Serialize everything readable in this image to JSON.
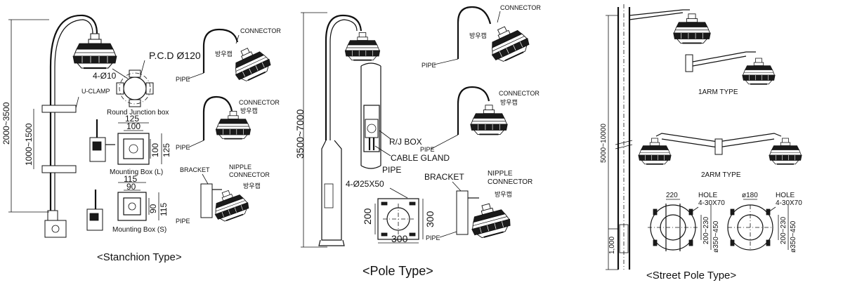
{
  "stanchion": {
    "caption": "<Stanchion Type>",
    "dim_total": "2000~3500",
    "dim_clamp": "1000~1500",
    "u_clamp": "U-CLAMP",
    "pcd": "P.C.D Ø120",
    "holes": "4-Ø10",
    "round_box": "Round Junction box",
    "box_l_w_outer": "125",
    "box_l_w_inner": "100",
    "box_l_h_inner": "100",
    "box_l_h_outer": "125",
    "box_l_label": "Mounting Box (L)",
    "box_s_w_outer": "115",
    "box_s_w_inner": "90",
    "box_s_h_inner": "90",
    "box_s_h_outer": "115",
    "box_s_label": "Mounting Box (S)",
    "d1_connector": "CONNECTOR",
    "d1_cap": "방우캡",
    "d1_pipe": "PIPE",
    "d2_connector": "CONNECTOR",
    "d2_cap": "방우캡",
    "d2_pipe": "PIPE",
    "d3_bracket": "BRACKET",
    "d3_nipple": "NIPPLE",
    "d3_connector": "CONNECTOR",
    "d3_cap": "방우캡",
    "d3_pipe": "PIPE"
  },
  "pole": {
    "caption": "<Pole Type>",
    "dim_height": "3500~7000",
    "rj_box": "R/J BOX",
    "cable_gland": "CABLE GLAND",
    "pipe_mid": "PIPE",
    "anchor": "4-Ø25X50",
    "base_h": "200",
    "base_side": "300",
    "base_w": "300",
    "d1_connector": "CONNECTOR",
    "d1_cap": "방우캡",
    "d1_pipe": "PIPE",
    "d2_connector": "CONNECTOR",
    "d2_cap": "방우캡",
    "d2_pipe": "PIPE",
    "d3_bracket": "BRACKET",
    "d3_nipple": "NIPPLE",
    "d3_connector": "CONNECTOR",
    "d3_cap": "방우캡",
    "d3_pipe": "PIPE"
  },
  "street": {
    "caption": "<Street Pole Type>",
    "dim_height": "5000~10000",
    "dim_base": "1,000",
    "arm1": "1ARM TYPE",
    "arm2": "2ARM TYPE",
    "f1_size": "220",
    "f1_hole": "HOLE",
    "f1_hole_spec": "4-30X70",
    "f1_range_in": "200~230",
    "f1_range_out": "ø350~450",
    "f2_size": "ø180",
    "f2_hole": "HOLE",
    "f2_hole_spec": "4-30X70",
    "f2_range_in": "200~230",
    "f2_range_out": "ø350~450"
  }
}
